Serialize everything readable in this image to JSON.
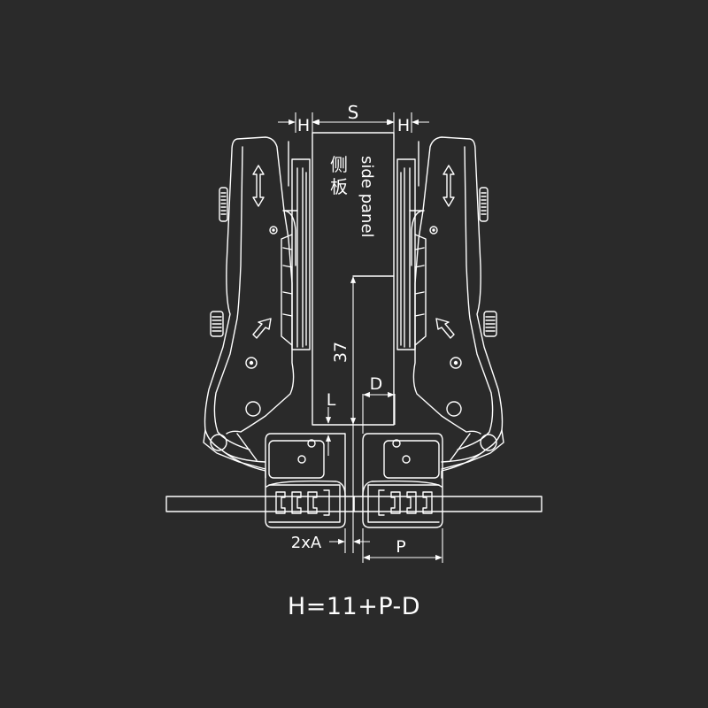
{
  "labels": {
    "h_left": "H",
    "s": "S",
    "h_right": "H",
    "side_panel_cn_1": "侧",
    "side_panel_cn_2": "板",
    "side_panel_en": "side panel",
    "depth_37": "37",
    "d": "D",
    "l": "L",
    "two_a": "2xA",
    "p": "P"
  },
  "formula": "H=11+P-D",
  "colors": {
    "background": "#2a2a2a",
    "line": "#ffffff"
  }
}
